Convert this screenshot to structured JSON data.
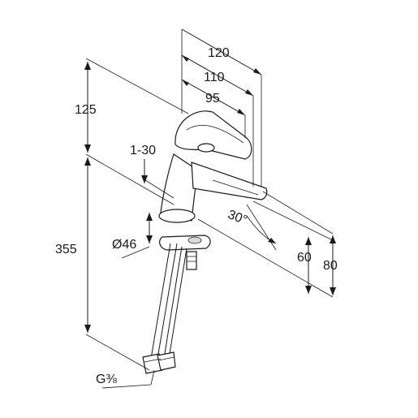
{
  "drawing": {
    "dimensions": {
      "d120": "120",
      "d110": "110",
      "d95": "95",
      "d125": "125",
      "d1_30": "1-30",
      "d355": "355",
      "d46": "Ø46",
      "d30deg": "30°",
      "d60": "60",
      "d80": "80",
      "thread": "G⅜"
    }
  }
}
